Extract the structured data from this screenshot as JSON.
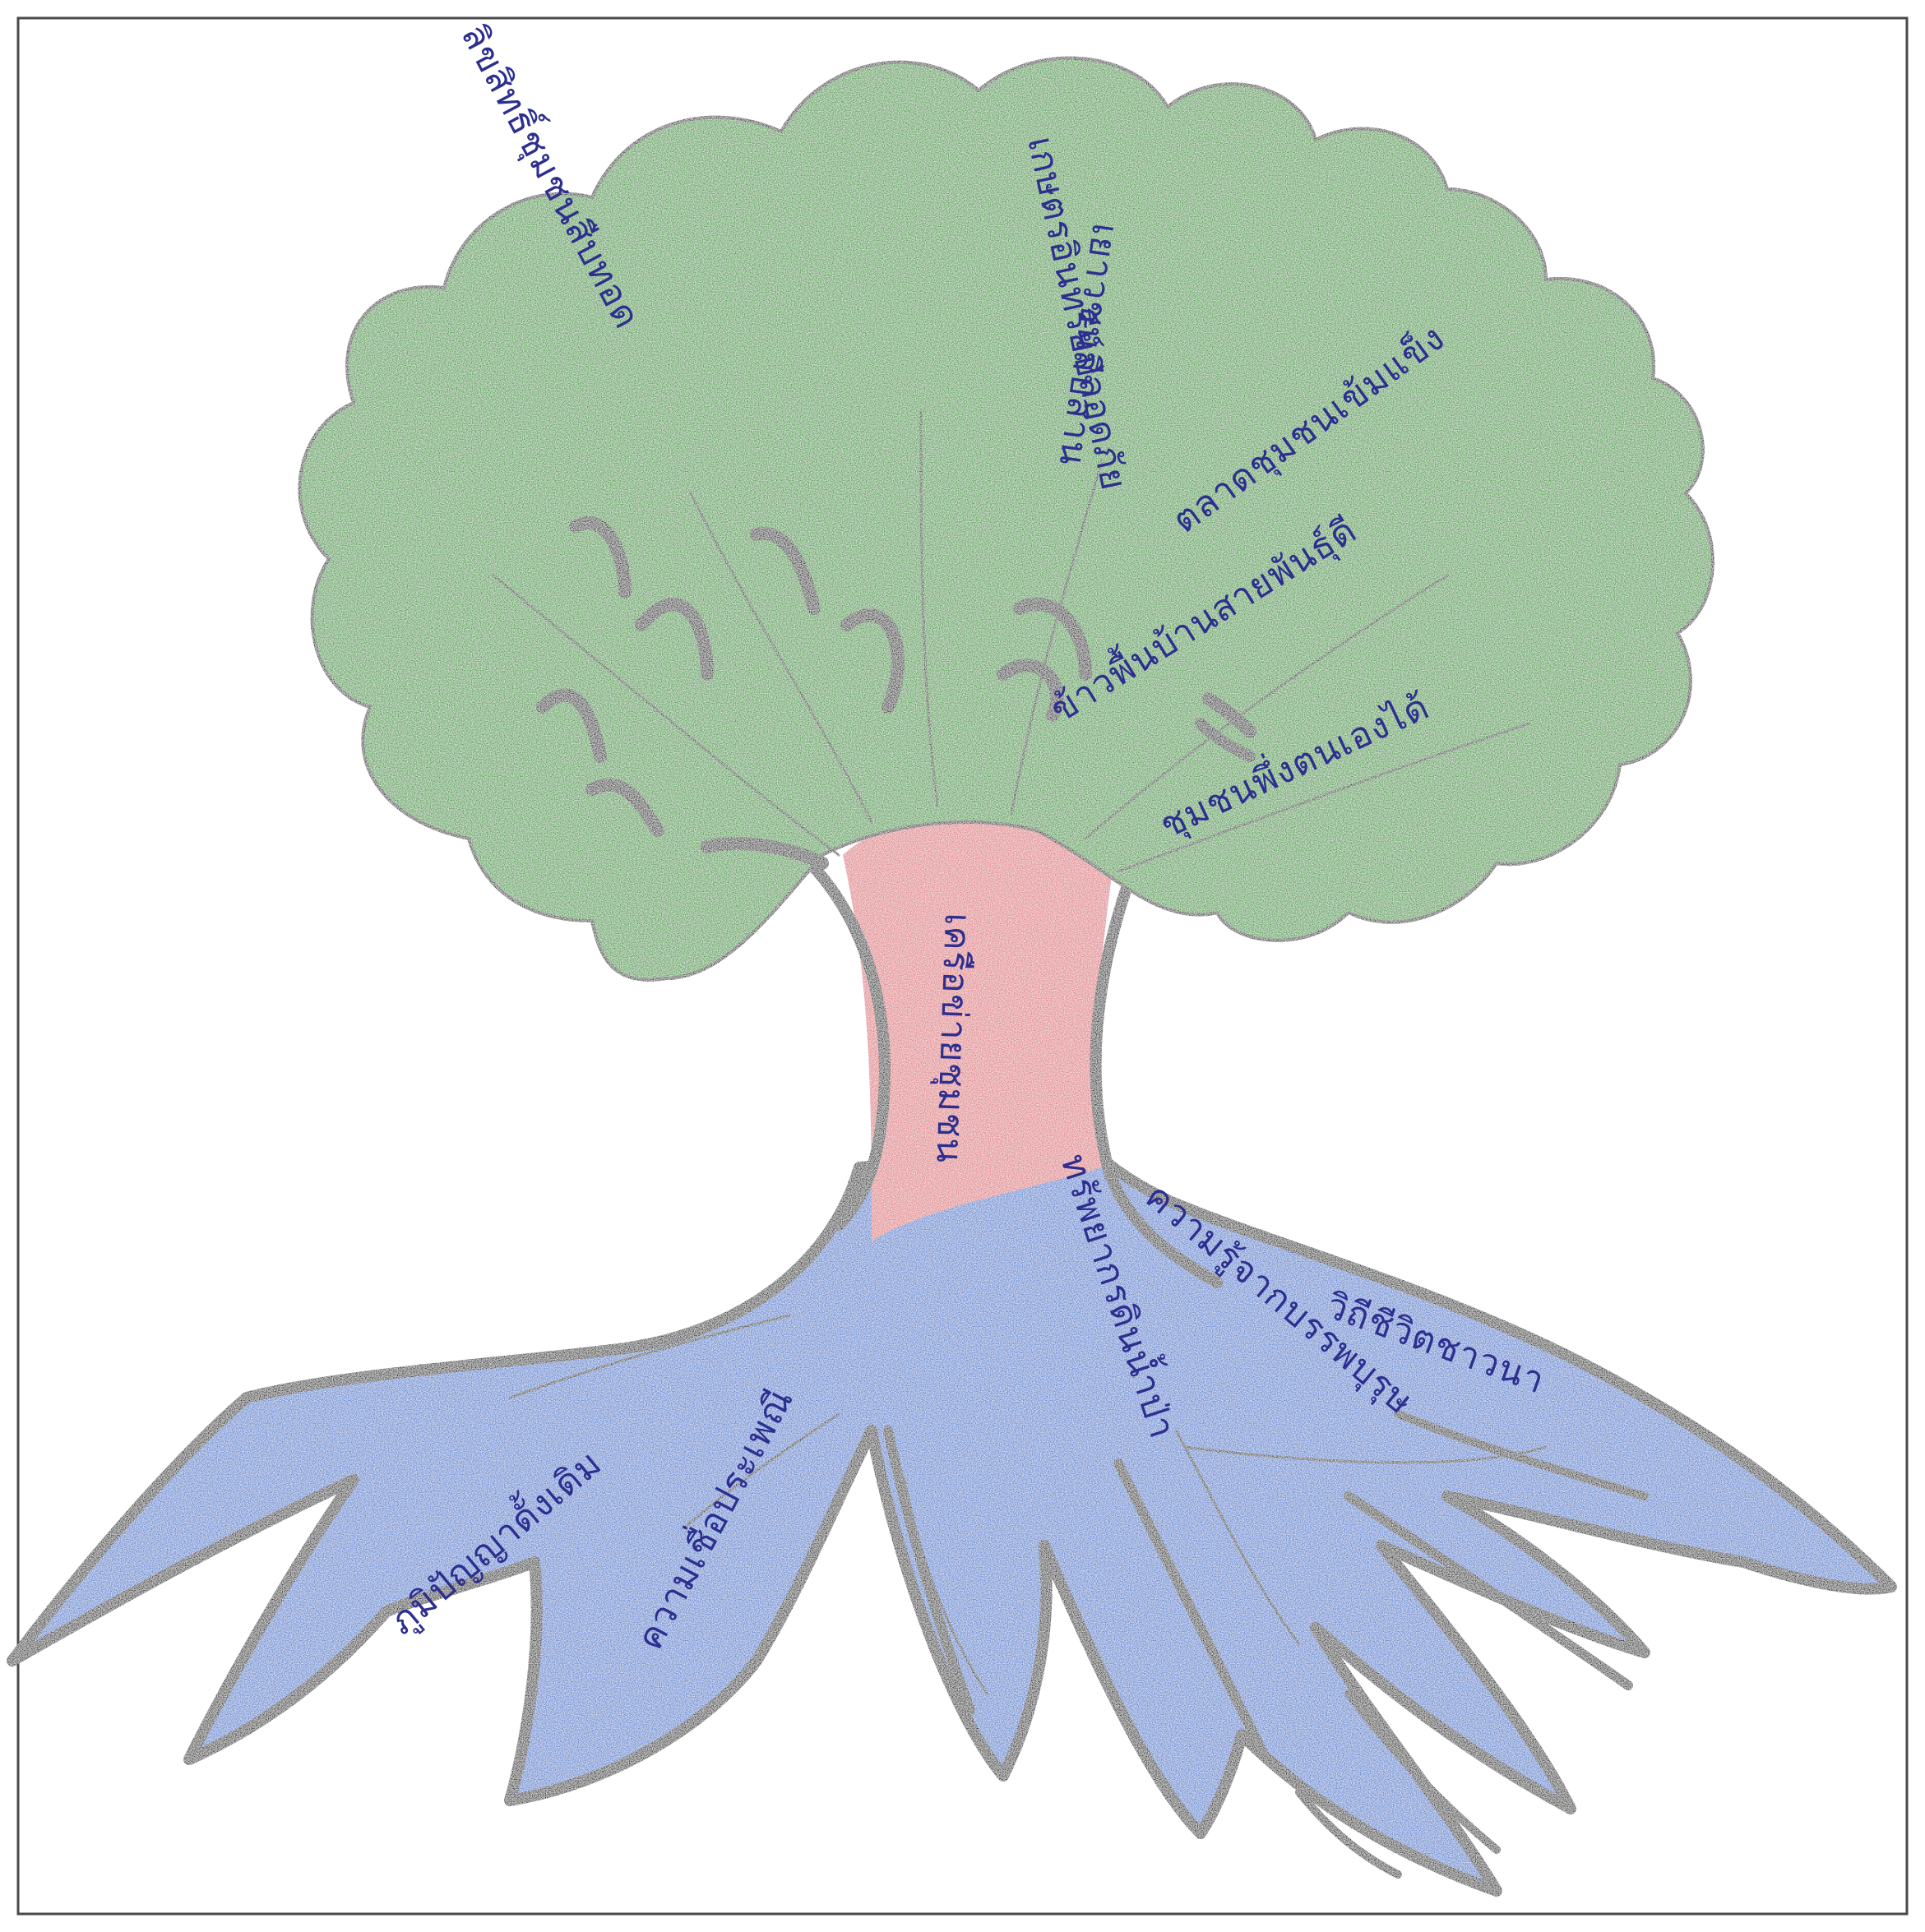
{
  "colors": {
    "paper": "#ffffff",
    "frame": "#4a4a4a",
    "crown": "#3f9a3a",
    "crown_dark": "#2f7f2e",
    "trunk": "#e07a80",
    "roots": "#4f7fd0",
    "roots_dark": "#3a66b8",
    "outline": "#141414",
    "ink": "#2d2f8f"
  },
  "labels": {
    "crown": [
      {
        "text": "ลิขสิทธิ์ชุมชนสืบทอด"
      },
      {
        "text": "เกษตรอินทรีย์ปลอดภัย"
      },
      {
        "text": "เยาวชนสืบสาน"
      },
      {
        "text": "ข้าวพื้นบ้านสายพันธุ์ดี"
      },
      {
        "text": "ตลาดชุมชนเข้มแข็ง"
      },
      {
        "text": "ชุมชนพึ่งตนเองได้"
      }
    ],
    "trunk": {
      "text": "เครือข่ายชุมชน"
    },
    "roots": [
      {
        "text": "ภูมิปัญญาดั้งเดิม"
      },
      {
        "text": "ความเชื่อประเพณี"
      },
      {
        "text": "ทรัพยากรดินน้ำป่า"
      },
      {
        "text": "ความรู้จากบรรพบุรุษ"
      },
      {
        "text": "วิถีชีวิตชาวนา"
      }
    ]
  }
}
